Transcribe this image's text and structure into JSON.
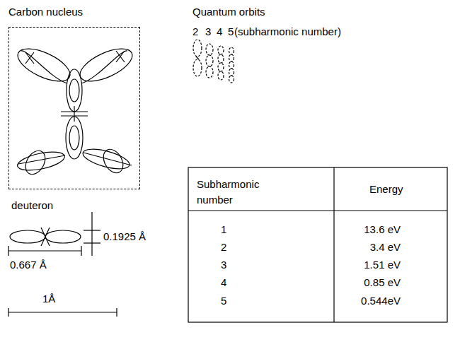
{
  "diagram": {
    "nodes": [
      {
        "text": [
          "Carbon nucleus"
        ]
      }
    ],
    "labels": [
      "Quantum orbits",
      "2",
      "3",
      "4",
      "5",
      "(subharmonic number)",
      "deuteron",
      "0.1925 Å",
      "0.667 Å",
      "1Å",
      "Subharmonic number",
      "Energy",
      "1",
      "2",
      "3",
      "4",
      "5",
      "13.6 eV",
      "3.4 eV",
      "1.51 eV",
      "0.85 eV",
      "0.544eV"
    ]
  }
}
